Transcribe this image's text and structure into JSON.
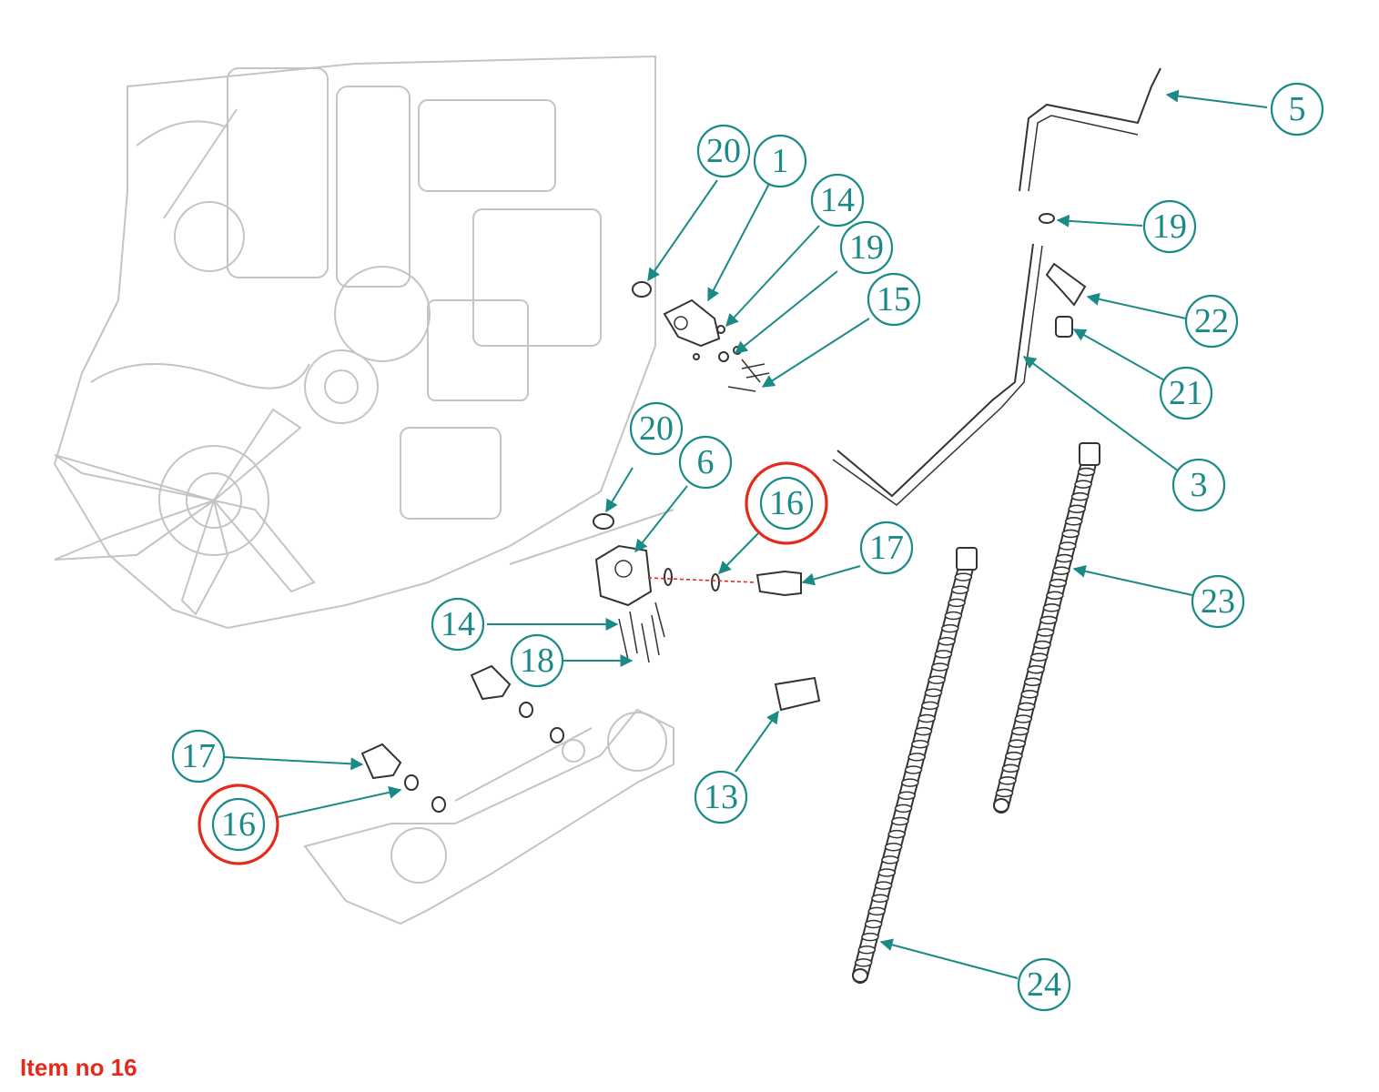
{
  "caption": "Item no 16",
  "colors": {
    "callout": "#1a8a86",
    "highlight": "#e32a1c",
    "engine": "#c4c4c4",
    "part": "#333333"
  },
  "callouts": [
    {
      "id": "c20a",
      "label": "20"
    },
    {
      "id": "c1",
      "label": "1"
    },
    {
      "id": "c14a",
      "label": "14"
    },
    {
      "id": "c19a",
      "label": "19"
    },
    {
      "id": "c15",
      "label": "15"
    },
    {
      "id": "c5",
      "label": "5"
    },
    {
      "id": "c19b",
      "label": "19"
    },
    {
      "id": "c22",
      "label": "22"
    },
    {
      "id": "c21",
      "label": "21"
    },
    {
      "id": "c3",
      "label": "3"
    },
    {
      "id": "c20b",
      "label": "20"
    },
    {
      "id": "c6",
      "label": "6"
    },
    {
      "id": "c16a",
      "label": "16",
      "highlighted": true
    },
    {
      "id": "c17a",
      "label": "17"
    },
    {
      "id": "c14b",
      "label": "14"
    },
    {
      "id": "c18",
      "label": "18"
    },
    {
      "id": "c23",
      "label": "23"
    },
    {
      "id": "c13",
      "label": "13"
    },
    {
      "id": "c17b",
      "label": "17"
    },
    {
      "id": "c16b",
      "label": "16",
      "highlighted": true
    },
    {
      "id": "c24",
      "label": "24"
    }
  ]
}
